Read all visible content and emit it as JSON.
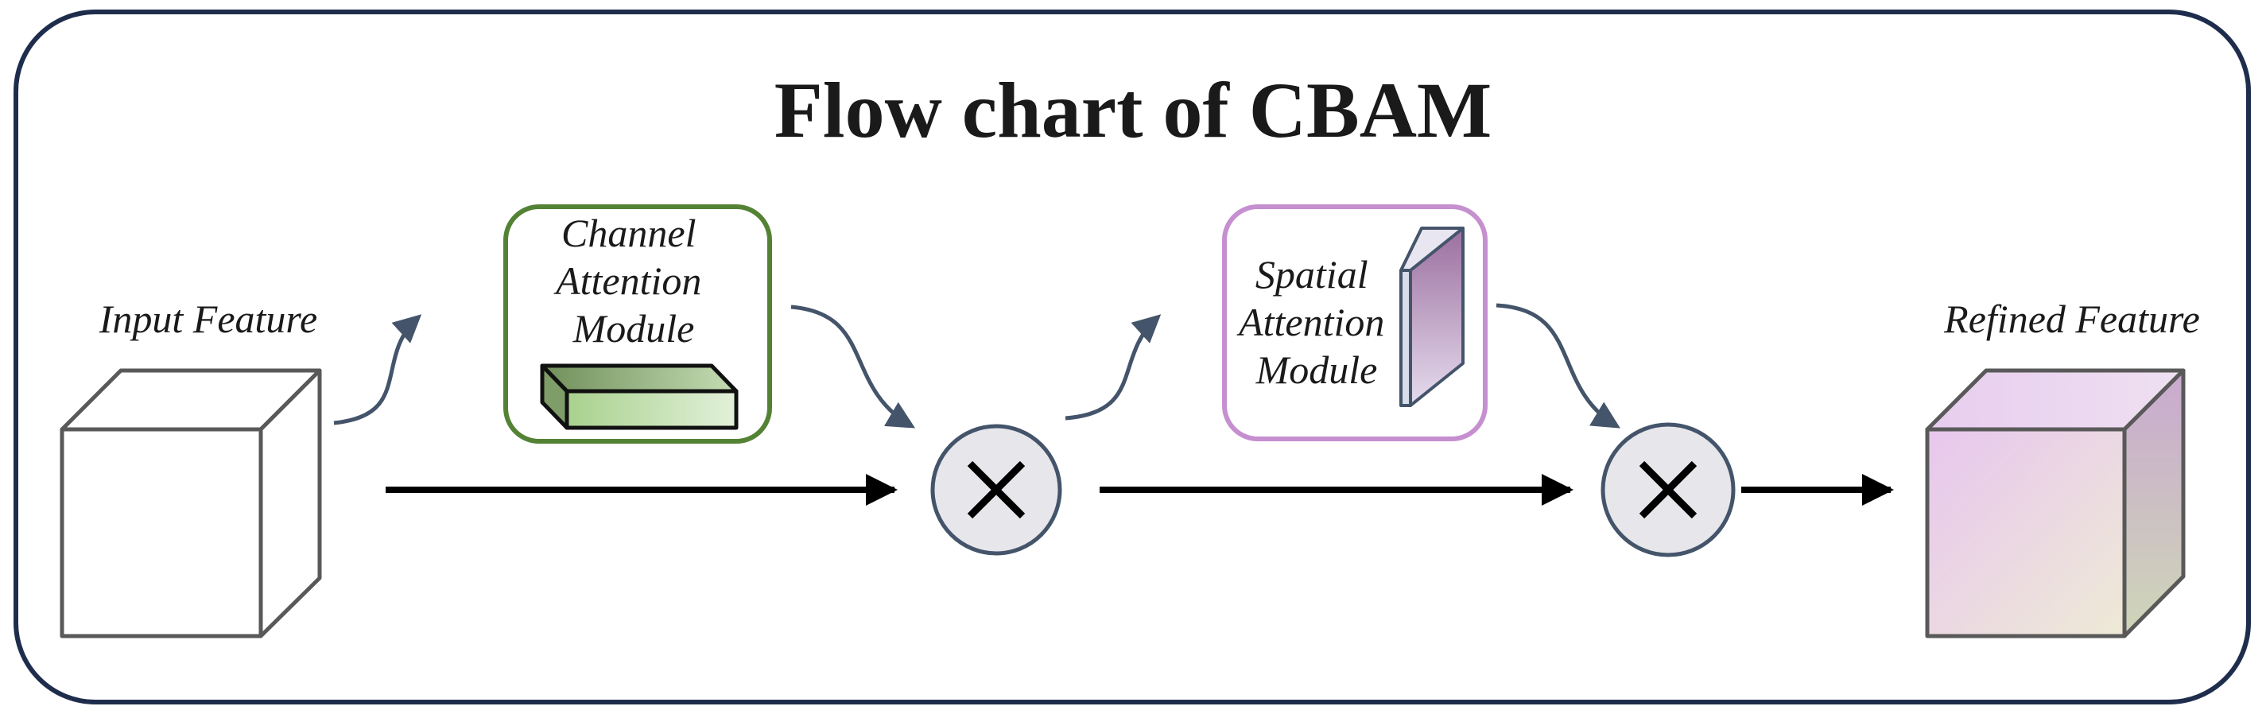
{
  "title": "Flow chart of CBAM",
  "input": {
    "label": "Input Feature"
  },
  "channel_module": {
    "lines": [
      "Channel",
      "Attention",
      "Module"
    ],
    "color": "#548235"
  },
  "spatial_module": {
    "lines": [
      "Spatial",
      "Attention",
      "Module"
    ],
    "color": "#c58fd0"
  },
  "output": {
    "label": "Refined Feature"
  },
  "operators": [
    {
      "symbol": "×",
      "meaning": "multiply"
    },
    {
      "symbol": "×",
      "meaning": "multiply"
    }
  ],
  "colors": {
    "frame": "#1f2d4d",
    "curved_arrow": "#44546a",
    "main_arrow": "#000000",
    "operator_fill": "#e7e6eb",
    "operator_stroke": "#44546a"
  }
}
